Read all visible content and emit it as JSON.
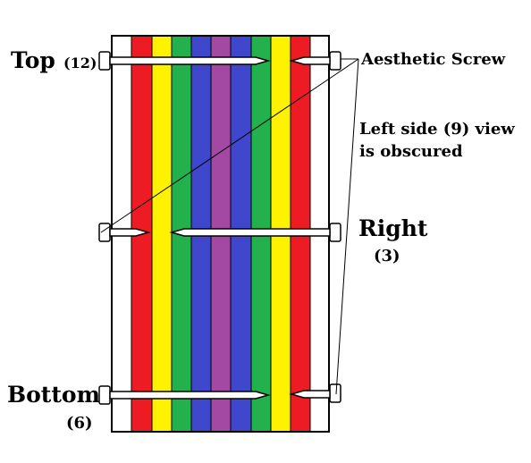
{
  "stripe_colors": [
    "#ffffff",
    "#ed1c24",
    "#fff200",
    "#22b14c",
    "#3f48cc",
    "#a349a4",
    "#3f48cc",
    "#22b14c",
    "#fff200",
    "#ed1c24",
    "#ffffff"
  ],
  "screw_color": "#ffffff",
  "outline_color": "#000000",
  "labels": {
    "top": "Top",
    "top_hour": "(12)",
    "right": "Right",
    "right_hour": "(3)",
    "bottom": "Bottom",
    "bottom_hour": "(6)",
    "aesthetic_screw": "Aesthetic Screw",
    "left_note_line1": "Left side (9) view",
    "left_note_line2": "is obscured"
  }
}
